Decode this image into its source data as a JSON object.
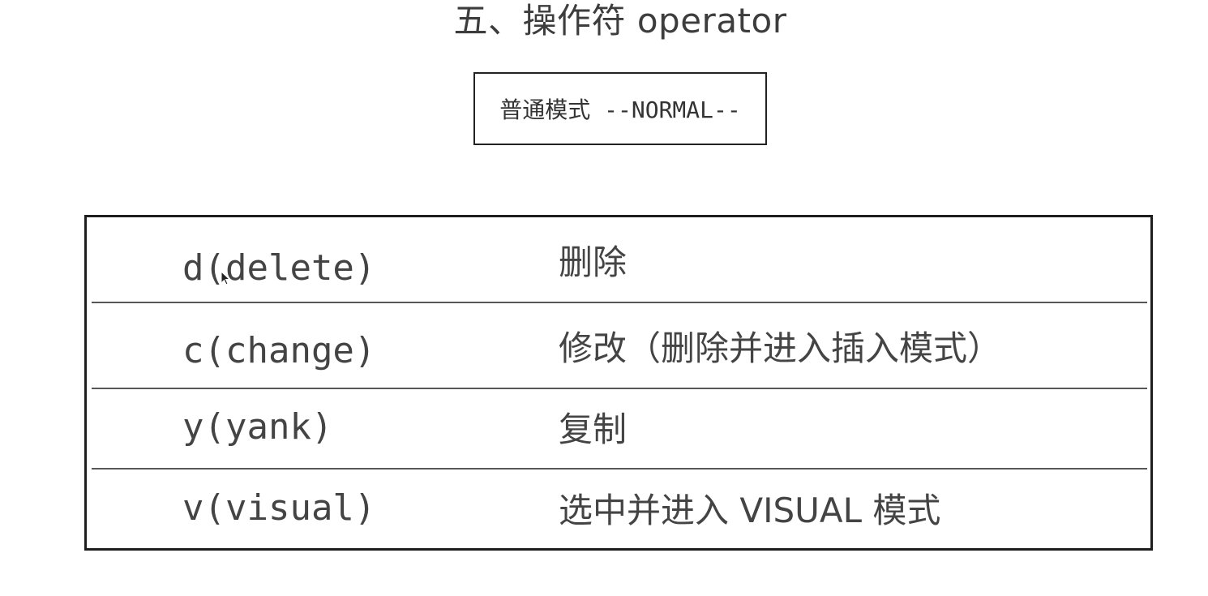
{
  "title": "五、操作符 operator",
  "mode_label": "普通模式 --NORMAL--",
  "operators": [
    {
      "key": "d(delete)",
      "desc": "删除"
    },
    {
      "key": "c(change)",
      "desc": "修改（删除并进入插入模式）"
    },
    {
      "key": "y(yank)",
      "desc": "复制"
    },
    {
      "key": "v(visual)",
      "desc": "选中并进入 VISUAL 模式"
    }
  ],
  "colors": {
    "ink": "#1e1e1e",
    "text": "#444444",
    "background": "#ffffff"
  },
  "icons": {
    "cursor": "mouse-pointer-icon"
  }
}
